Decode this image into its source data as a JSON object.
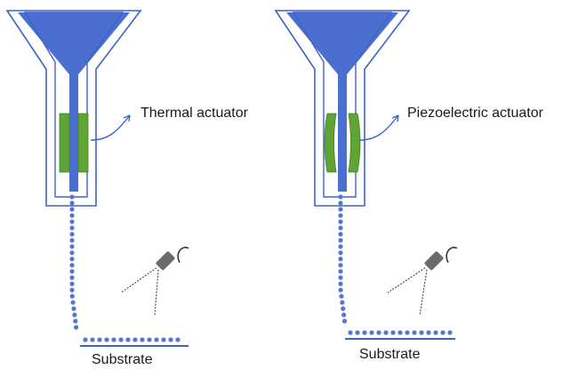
{
  "panels": [
    {
      "actuator_label": "Thermal actuator",
      "actuator_shape": "rectangular",
      "substrate_label": "Substrate"
    },
    {
      "actuator_label": "Piezoelectric actuator",
      "actuator_shape": "curved",
      "substrate_label": "Substrate"
    }
  ],
  "colors": {
    "nozzle_outline": "#3f62c8",
    "ink": "#4a6fd0",
    "droplet": "#5676d4",
    "actuator": "#5fa535",
    "actuator_edge": "#3f7f22",
    "camera_body": "#6b6b6b",
    "camera_cable": "#333333",
    "substrate_line": "#3f62c8"
  },
  "icons": {
    "camera": "inspection-camera-icon"
  }
}
